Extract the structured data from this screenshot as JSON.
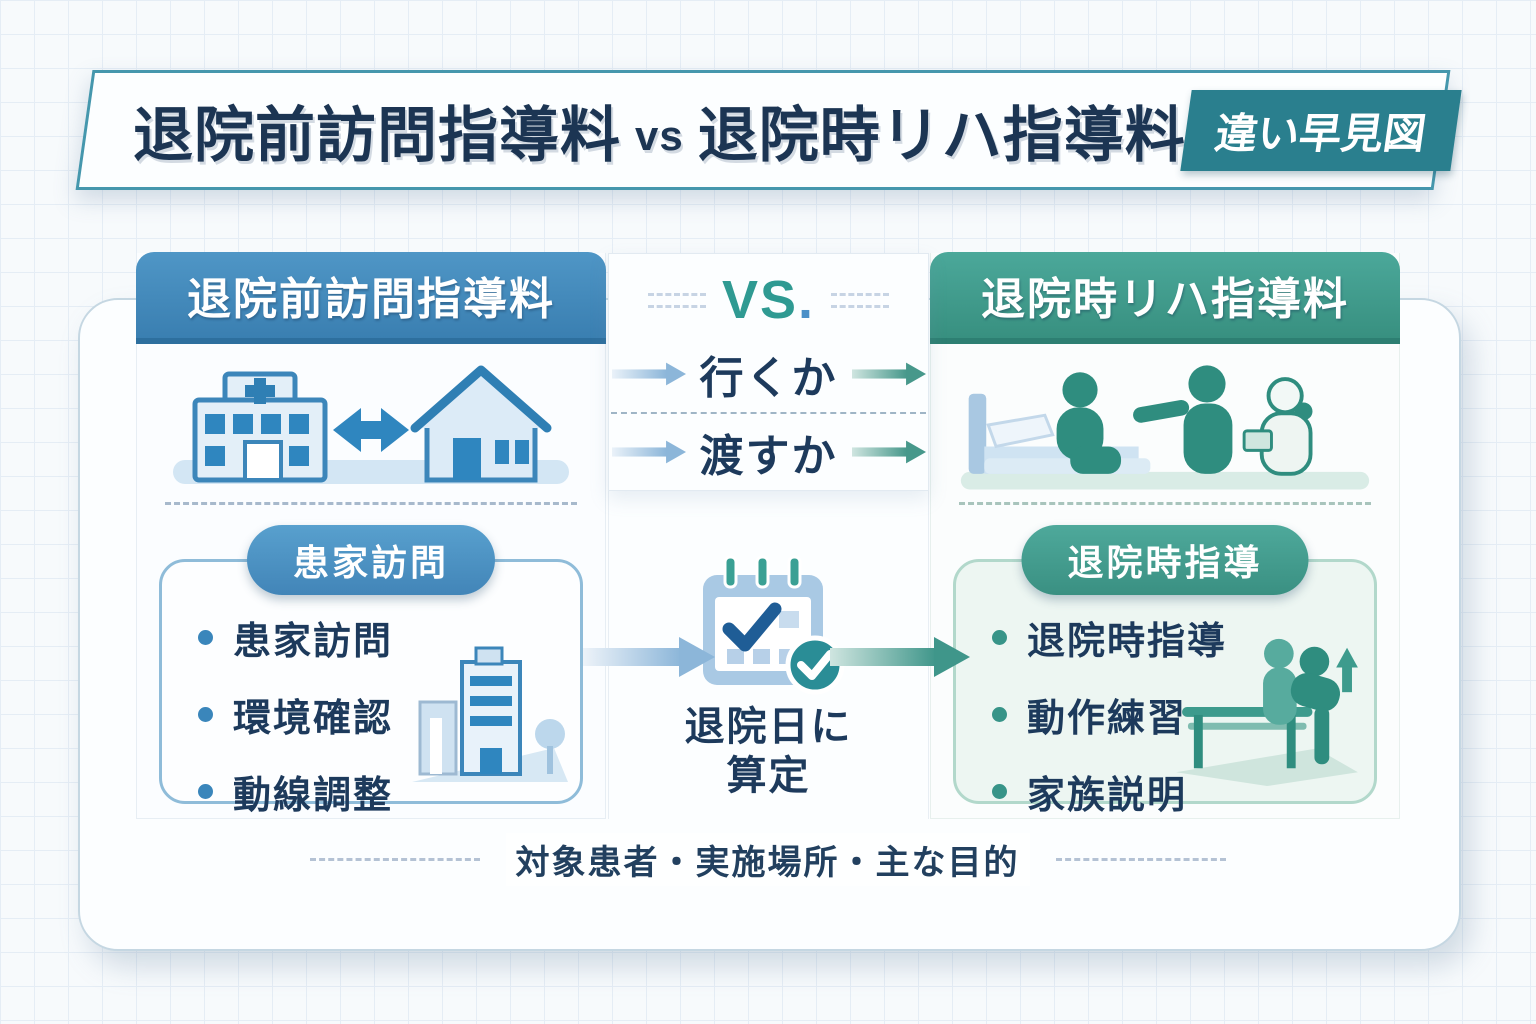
{
  "banner": {
    "title_left": "退院前訪問指導料",
    "title_vs": "vs",
    "title_right": "退院時リハ指導料",
    "badge": "違い早見図"
  },
  "left_column": {
    "header": "退院前訪問指導料",
    "pill": "患家訪問",
    "items": [
      "患家訪問",
      "環境確認",
      "動線調整"
    ]
  },
  "center": {
    "vs_text": "VS",
    "vs_dot": ".",
    "row1": "行くか",
    "row2": "渡すか",
    "caption1": "退院日に",
    "caption2": "算定"
  },
  "right_column": {
    "header": "退院時リハ指導料",
    "pill": "退院時指導",
    "items": [
      "退院時指導",
      "動作練習",
      "家族説明"
    ]
  },
  "footer": {
    "label": "対象患者・実施場所・主な目的"
  },
  "colors": {
    "blue": "#3a85b8",
    "teal": "#3a9b8d",
    "navy": "#1d3a5c",
    "badge_teal": "#2a7f8e"
  }
}
